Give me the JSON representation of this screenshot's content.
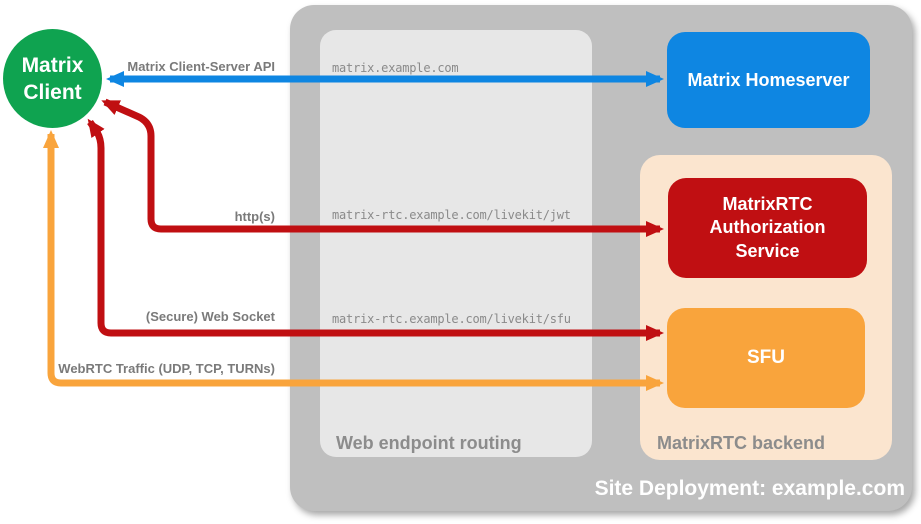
{
  "diagram": {
    "client": {
      "label": "Matrix\nClient"
    },
    "homeserver": {
      "label": "Matrix Homeserver"
    },
    "backend": {
      "title": "MatrixRTC backend",
      "auth_service": {
        "label": "MatrixRTC Authorization Service"
      },
      "sfu": {
        "label": "SFU"
      }
    },
    "routing": {
      "title": "Web endpoint routing",
      "endpoints": [
        "matrix.example.com",
        "matrix-rtc.example.com/livekit/jwt",
        "matrix-rtc.example.com/livekit/sfu"
      ]
    },
    "deployment_title": "Site Deployment: example.com",
    "arrows": [
      {
        "label": "Matrix Client-Server API",
        "from": "Matrix Client",
        "to": "Matrix Homeserver",
        "bidirectional": true
      },
      {
        "label": "http(s)",
        "from": "Matrix Client",
        "to": "MatrixRTC Authorization Service",
        "bidirectional": true
      },
      {
        "label": "(Secure) Web Socket",
        "from": "Matrix Client",
        "to": "SFU",
        "bidirectional": true
      },
      {
        "label": "WebRTC Traffic (UDP, TCP, TURNs)",
        "from": "Matrix Client",
        "to": "SFU",
        "bidirectional": true
      }
    ],
    "colors": {
      "green": "#0FA350",
      "blue": "#0E86E2",
      "red": "#C00F12",
      "orange": "#F9A43C",
      "peach": "#FBE5CF",
      "outer_gray": "#BFBFBF",
      "inner_gray": "#E7E7E7",
      "label_gray": "#8C8C8C",
      "arrow_label_gray": "#7A7A7A"
    }
  }
}
